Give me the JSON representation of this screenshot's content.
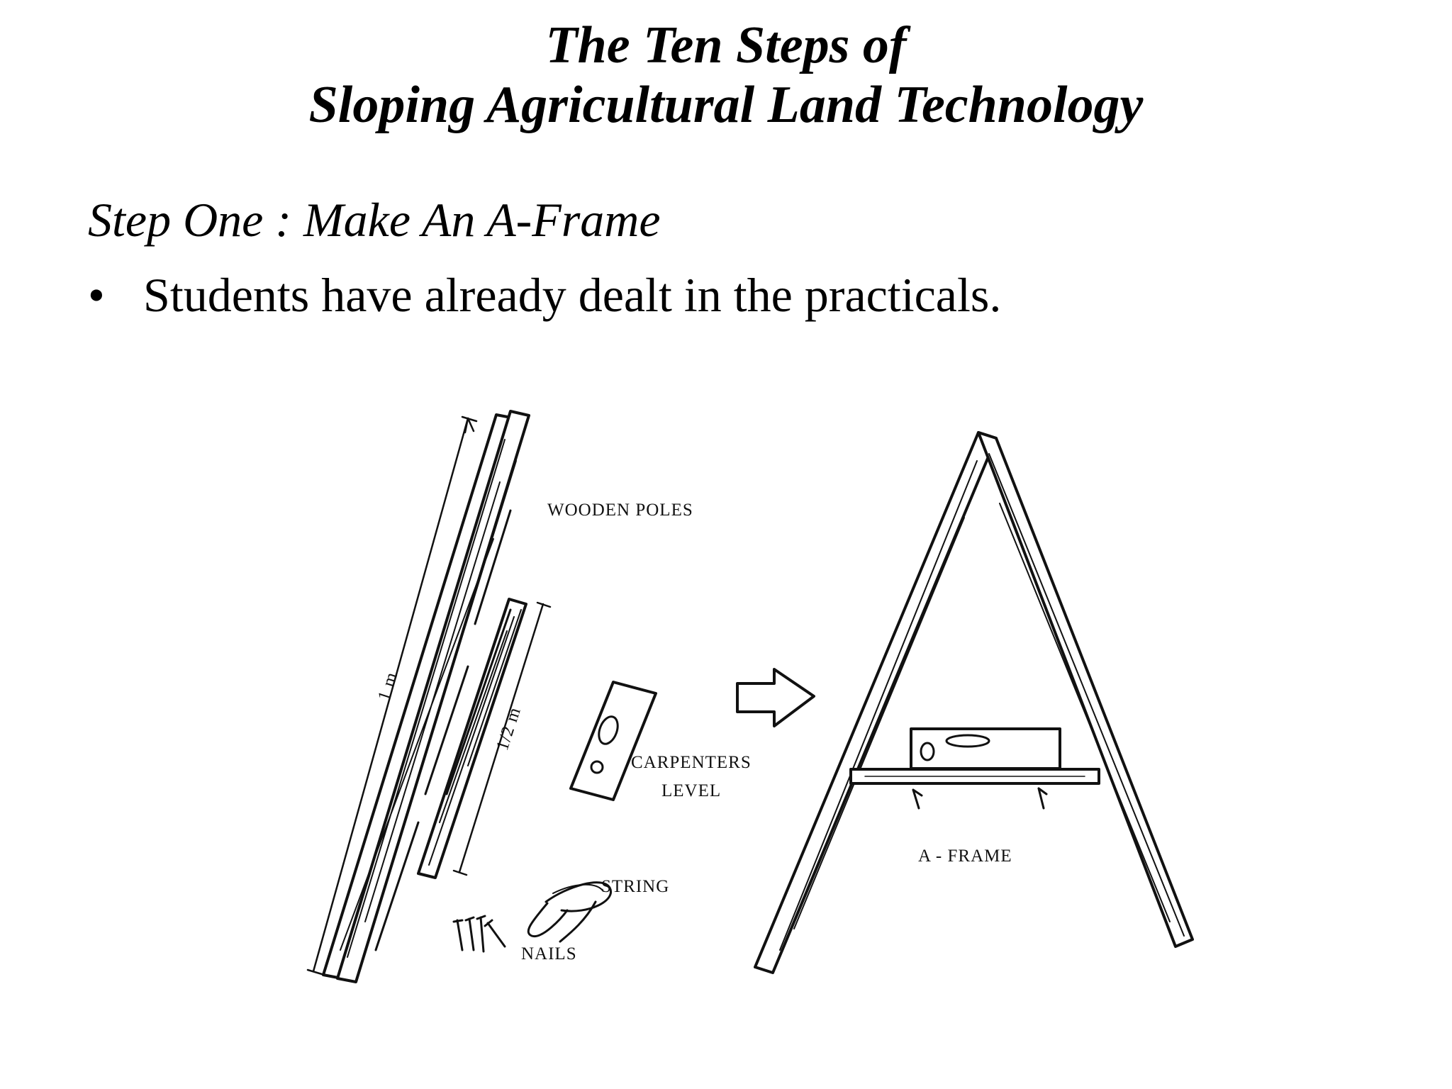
{
  "title": {
    "line1": "The Ten Steps of",
    "line2": "Sloping Agricultural Land Technology"
  },
  "step": {
    "heading": "Step One : Make An A-Frame",
    "bullet_mark": "•",
    "bullet_text": "Students have already dealt in the practicals."
  },
  "figure": {
    "labels": {
      "wooden_poles": "WOODEN POLES",
      "carpenters": "CARPENTERS",
      "level": "LEVEL",
      "string": "STRING",
      "nails": "NAILS",
      "a_frame": "A - FRAME",
      "dim_long": "1 m",
      "dim_short": "1/2 m"
    }
  }
}
